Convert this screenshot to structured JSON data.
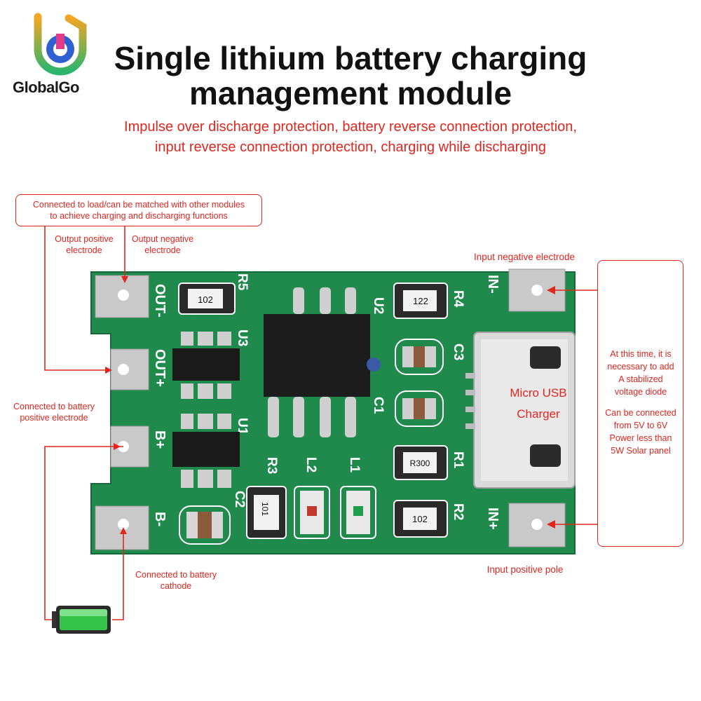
{
  "brand": {
    "name": "GlobalGo"
  },
  "header": {
    "title_line1": "Single lithium battery charging",
    "title_line2": "management module",
    "subtitle_line1": "Impulse over discharge protection, battery reverse connection protection,",
    "subtitle_line2": "input reverse connection protection, charging while discharging"
  },
  "callouts": {
    "load_note_line1": "Connected to load/can be matched with other modules",
    "load_note_line2": "to achieve charging and discharging functions",
    "output_positive_line1": "Output positive",
    "output_positive_line2": "electrode",
    "output_negative_line1": "Output negative",
    "output_negative_line2": "electrode",
    "battery_positive_line1": "Connected to battery",
    "battery_positive_line2": "positive electrode",
    "battery_cathode_line1": "Connected to battery",
    "battery_cathode_line2": "cathode",
    "input_negative": "Input negative electrode",
    "input_positive": "Input positive pole",
    "side_note_line1": "At this time, it is",
    "side_note_line2": "necessary to add",
    "side_note_line3": "A stabilized",
    "side_note_line4": "voltage diode",
    "side_note_line5": "Can be connected",
    "side_note_line6": "from 5V to 6V",
    "side_note_line7": "Power less than",
    "side_note_line8": "5W Solar panel"
  },
  "board": {
    "usb_label_line1": "Micro USB",
    "usb_label_line2": "Charger",
    "pad_labels": [
      "OUT-",
      "OUT+",
      "B+",
      "B-",
      "IN-",
      "IN+"
    ],
    "designators": [
      "R5",
      "U3",
      "U1",
      "U2",
      "R4",
      "C3",
      "C1",
      "R1",
      "R2",
      "R3",
      "L2",
      "L1",
      "C2"
    ],
    "resistor_codes": {
      "r5": "102",
      "r4": "122",
      "r1": "R300",
      "r2": "102",
      "r3": "101"
    }
  },
  "colors": {
    "accent": "#e0261f",
    "board": "#1f8a4c",
    "pad": "#c9c9c9"
  }
}
